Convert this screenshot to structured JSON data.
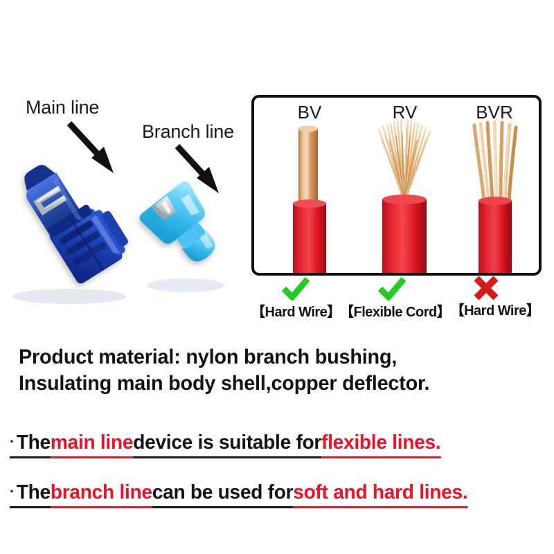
{
  "callouts": [
    {
      "id": "main-line",
      "label": "Main line"
    },
    {
      "id": "branch-line",
      "label": "Branch line"
    }
  ],
  "product": {
    "main_connector_color": "#1b3ca6",
    "branch_connector_color": "#55c8f2",
    "metal_color": "#c8ccd2"
  },
  "wire_box": {
    "border_color": "#101010",
    "columns": [
      {
        "code": "BV",
        "construction": "solid-single-core",
        "verdict_icon": "check-icon",
        "verdict_color": "#22cc22",
        "verdict_label": "【Hard Wire】",
        "insulation_color": "#e01b24",
        "copper_color": "#c98b52"
      },
      {
        "code": "RV",
        "construction": "fine-stranded-flexible",
        "verdict_icon": "check-icon",
        "verdict_color": "#22cc22",
        "verdict_label": "【Flexible Cord】",
        "insulation_color": "#e01b24",
        "copper_color": "#d8a06a"
      },
      {
        "code": "BVR",
        "construction": "coarse-stranded",
        "verdict_icon": "cross-icon",
        "verdict_color": "#d51a1a",
        "verdict_label": "【Hard Wire】",
        "insulation_color": "#e01b24",
        "copper_color": "#d0a173"
      }
    ]
  },
  "material": {
    "line1": "Product material: nylon branch bushing,",
    "line2": "Insulating main body shell,copper deflector."
  },
  "bullets": [
    {
      "dot": "·",
      "segments": [
        {
          "text": "The ",
          "color": "dark"
        },
        {
          "text": "main line",
          "color": "red"
        },
        {
          "text": " device is suitable for ",
          "color": "dark"
        },
        {
          "text": "flexible lines.",
          "color": "red"
        }
      ]
    },
    {
      "dot": "·",
      "segments": [
        {
          "text": "The ",
          "color": "dark"
        },
        {
          "text": "branch line",
          "color": "red"
        },
        {
          "text": " can be used for ",
          "color": "dark"
        },
        {
          "text": "soft and hard lines.",
          "color": "red"
        }
      ]
    }
  ],
  "colors": {
    "red_accent": "#ef1126",
    "green_check": "#22cc22",
    "red_cross": "#d51a1a",
    "text_dark": "#131313"
  }
}
